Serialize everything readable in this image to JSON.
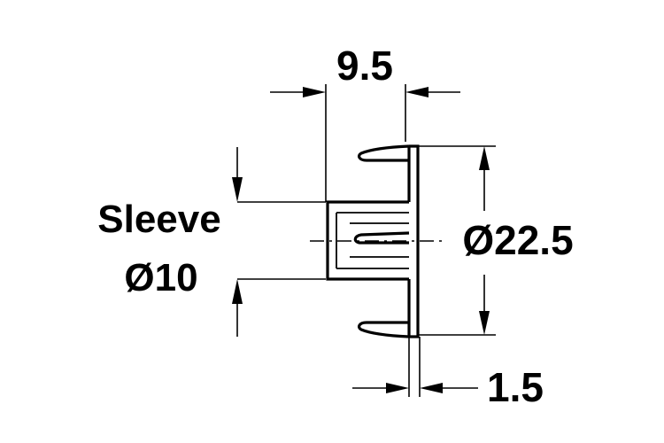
{
  "dimensions": {
    "depth_label": "9.5",
    "diameter_label": "Ø22.5",
    "flange_label": "1.5",
    "sleeve_label_line1": "Sleeve",
    "sleeve_label_line2": "Ø10"
  },
  "colors": {
    "line": "#000000",
    "background": "#ffffff"
  }
}
